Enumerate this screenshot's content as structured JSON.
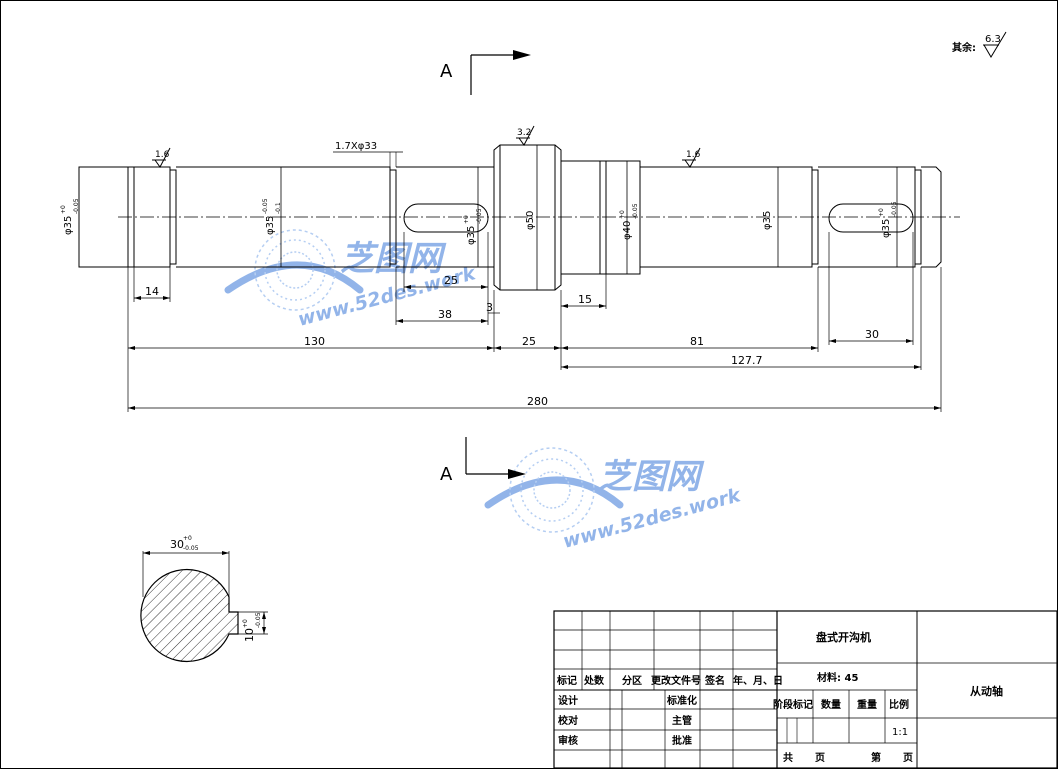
{
  "surface_finish": {
    "other_label": "其余:",
    "other_value": "6.3",
    "journal_a": "1.6",
    "collar": "3.2",
    "journal_b": "1.6"
  },
  "section_marks": {
    "top": "A",
    "bottom": "A"
  },
  "dimensions": {
    "d_left_end": "φ35",
    "d_left_end_tol_upper": "+0",
    "d_left_end_tol_lower": "-0.05",
    "d_main": "φ35",
    "d_main_tol_upper": "-0.05",
    "d_main_tol_lower": "-0.1",
    "groove": "1.7Xφ33",
    "d_key_a": "φ35",
    "d_key_a_tol_upper": "+0",
    "d_key_a_tol_lower": "-0.05",
    "d_collar": "φ50",
    "d_step": "φ40",
    "d_step_tol_upper": "+0",
    "d_step_tol_lower": "-0.05",
    "d_shaft_b": "φ35",
    "d_key_b": "φ35",
    "d_key_b_tol_upper": "+0",
    "d_key_b_tol_lower": "-0.05",
    "len_14": "14",
    "len_25_key": "25",
    "len_3": "3",
    "len_38": "38",
    "len_15": "15",
    "len_130": "130",
    "len_25": "25",
    "len_81": "81",
    "len_30": "30",
    "len_127_7": "127.7",
    "len_280": "280"
  },
  "section_view": {
    "width": "30",
    "width_tol_upper": "+0",
    "width_tol_lower": "-0.05",
    "depth": "10",
    "depth_tol_upper": "+0",
    "depth_tol_lower": "-0.05"
  },
  "watermark": {
    "cn": "芝图网",
    "url": "www.52des.work"
  },
  "title_block": {
    "project": "盘式开沟机",
    "material": "材料: 45",
    "part_name": "从动轴",
    "headers": [
      "标记",
      "处数",
      "分区",
      "更改文件号",
      "签名",
      "年、月、日"
    ],
    "design": "设计",
    "standardize": "标准化",
    "check": "校对",
    "supervisor": "主管",
    "review": "审核",
    "approve": "批准",
    "stage_mark": "阶段标记",
    "quantity": "数量",
    "weight": "重量",
    "scale_label": "比例",
    "scale_value": "1:1",
    "total": "共",
    "page": "页",
    "sheet_no": "第",
    "sheet_page": "页"
  }
}
